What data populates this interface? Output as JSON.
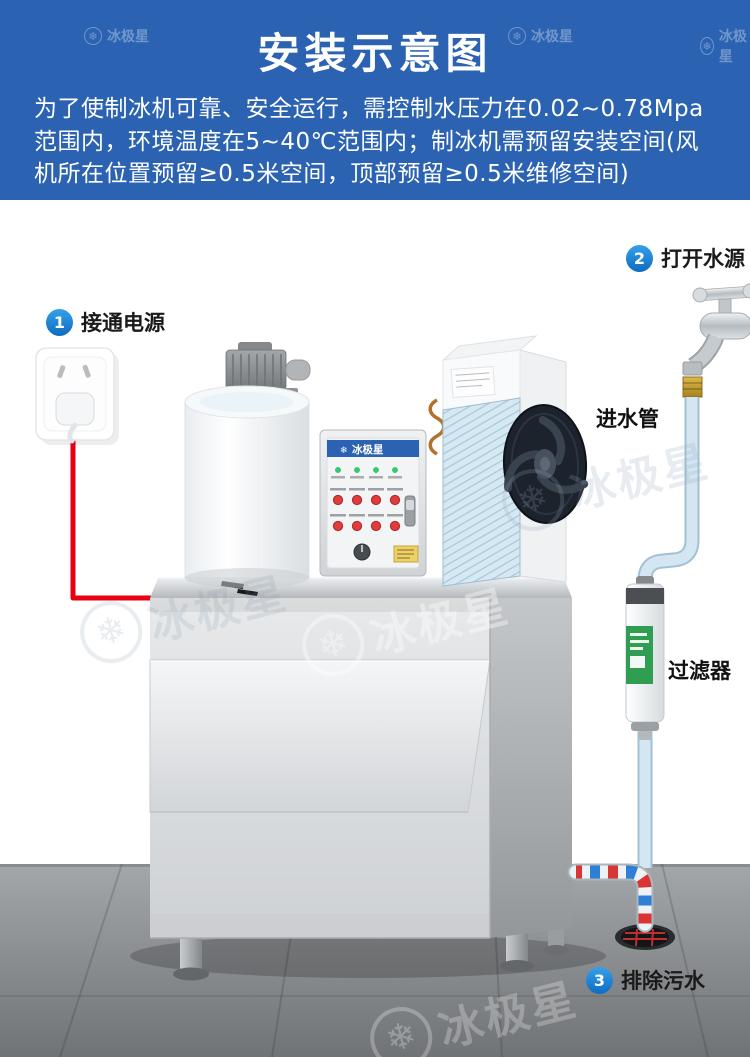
{
  "header": {
    "title": "安装示意图",
    "description": "为了使制冰机可靠、安全运行，需控制水压力在0.02~0.78Mpa范围内，环境温度在5~40℃范围内；制冰机需预留安装空间(风机所在位置预留≥0.5米空间，顶部预留≥0.5米维修空间)"
  },
  "steps": [
    {
      "number": "1",
      "label": "接通电源"
    },
    {
      "number": "2",
      "label": "打开水源"
    },
    {
      "number": "3",
      "label": "排除污水"
    }
  ],
  "labels": {
    "inlet_pipe": "进水管",
    "filter": "过滤器"
  },
  "brand": {
    "name": "冰极星",
    "logo_icon": "❄"
  },
  "machine": {
    "panel_brand": "冰极星"
  },
  "colors": {
    "header_bg": "#2b63b2",
    "step_badge": "#1787d8",
    "power_cable": "#e60012",
    "water_pipe": "#c3dcea",
    "floor": "#9a9da0"
  }
}
